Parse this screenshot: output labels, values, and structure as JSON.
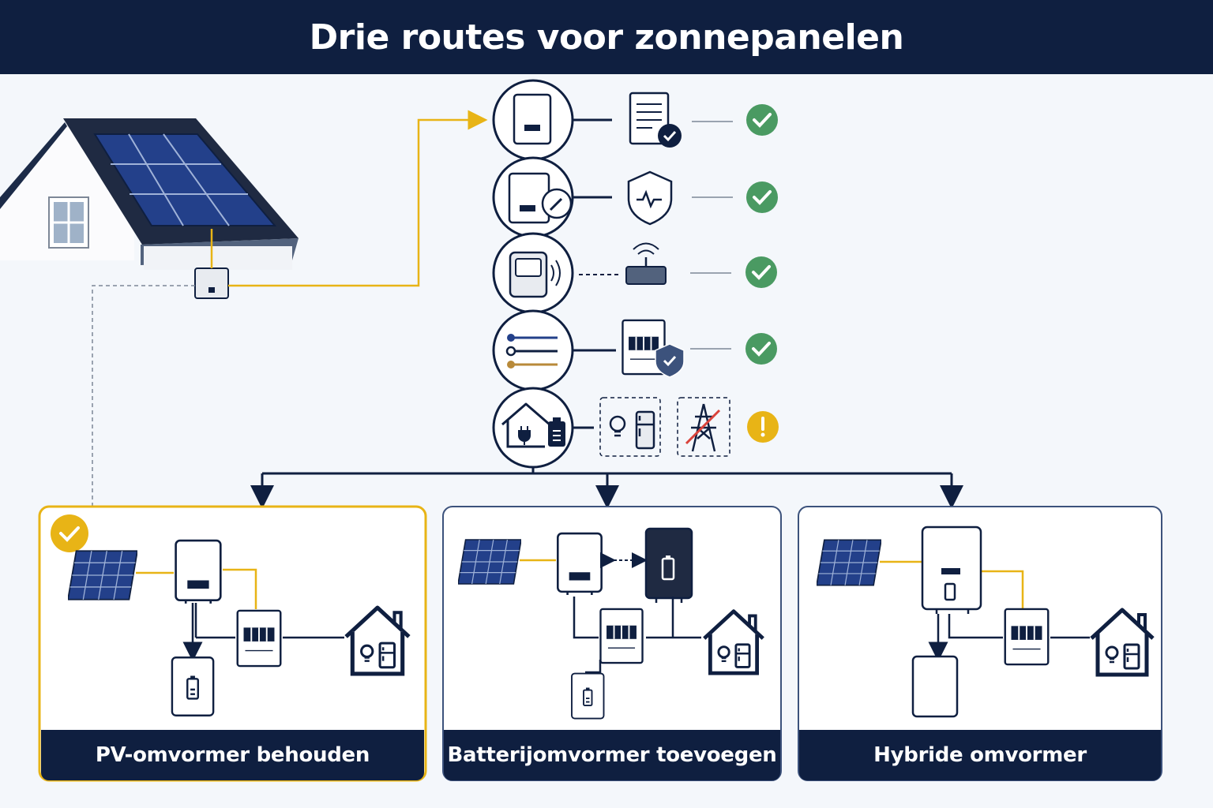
{
  "header": {
    "title": "Drie routes voor zonnepanelen"
  },
  "checklist": [
    {
      "icon": "inverter-certificate-icon",
      "status": "check"
    },
    {
      "icon": "inverter-protection-icon",
      "status": "check"
    },
    {
      "icon": "meter-router-icon",
      "status": "check"
    },
    {
      "icon": "wiring-switchboard-icon",
      "status": "check"
    },
    {
      "icon": "home-backup-grid-off-icon",
      "status": "warning"
    }
  ],
  "routes": [
    {
      "label": "PV-omvormer behouden",
      "selected": true
    },
    {
      "label": "Batterijomvormer toevoegen",
      "selected": false
    },
    {
      "label": "Hybride omvormer",
      "selected": false
    }
  ],
  "colors": {
    "navy": "#0f1f40",
    "accent": "#e8b416",
    "check": "#4a9a62",
    "warning": "#e8b416",
    "card_border": "#3c527c"
  }
}
